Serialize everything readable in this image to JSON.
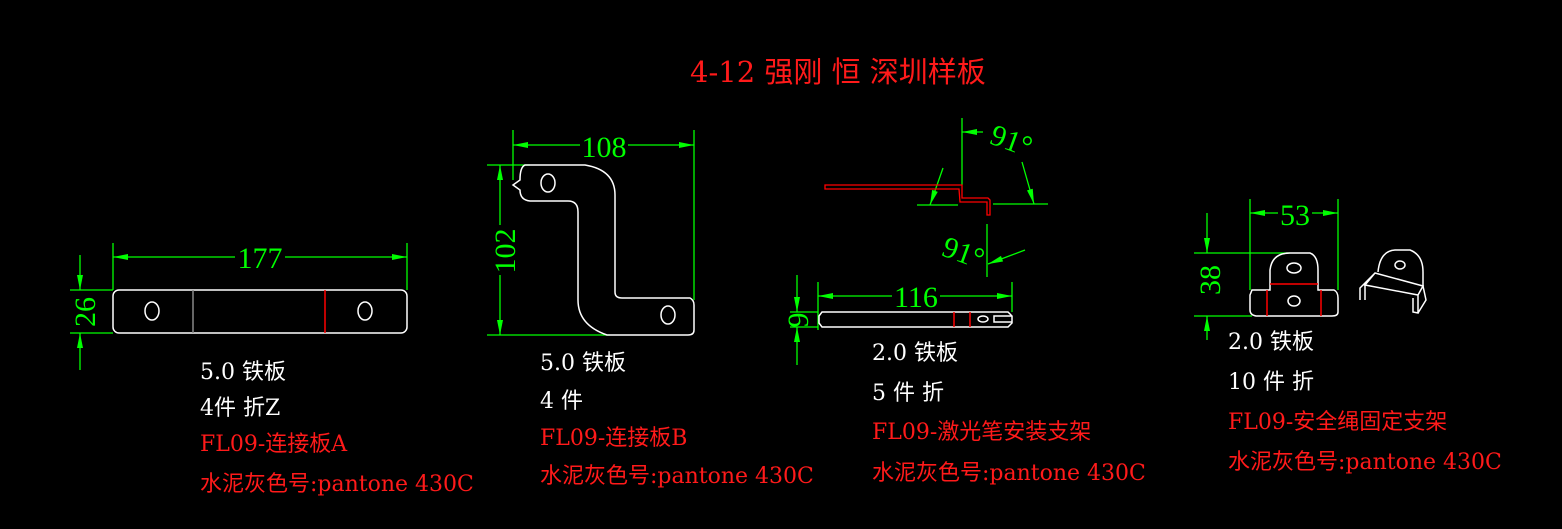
{
  "title": "4-12 强刚 恒 深圳样板",
  "colors": {
    "part": "#ffffff",
    "dimension": "#00ff00",
    "bend": "#ff0000",
    "label": "#ff1a1a"
  },
  "parts": [
    {
      "dims": {
        "length": "177",
        "height": "26"
      },
      "lines": [
        "5.0 铁板",
        "4件 折Z",
        "FL09-连接板A",
        "水泥灰色号:pantone 430C"
      ]
    },
    {
      "dims": {
        "width": "108",
        "height": "102"
      },
      "lines": [
        "5.0 铁板",
        "4 件",
        "FL09-连接板B",
        "水泥灰色号:pantone 430C"
      ]
    },
    {
      "dims": {
        "angle_top": "91°",
        "angle_bottom": "91°",
        "length": "116",
        "height": "9"
      },
      "lines": [
        "2.0 铁板",
        "5 件 折",
        "FL09-激光笔安装支架",
        "水泥灰色号:pantone 430C"
      ]
    },
    {
      "dims": {
        "width": "53",
        "height": "38"
      },
      "lines": [
        "2.0 铁板",
        "10 件 折",
        "FL09-安全绳固定支架",
        "水泥灰色号:pantone 430C"
      ]
    }
  ]
}
